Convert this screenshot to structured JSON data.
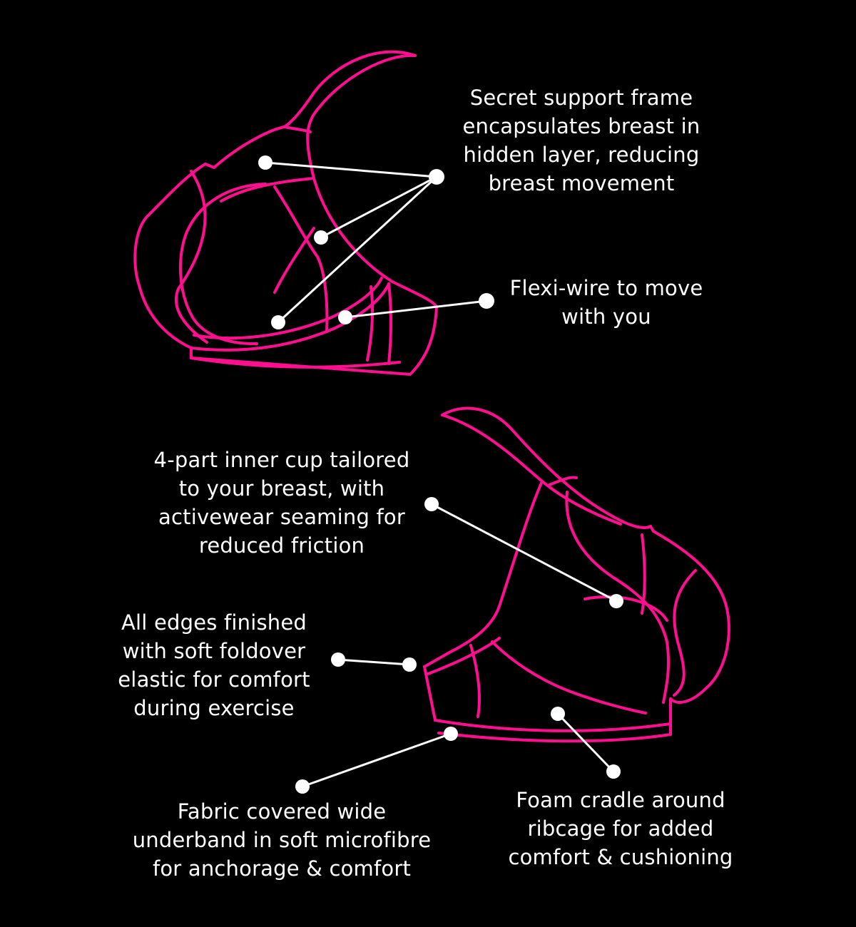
{
  "colors": {
    "background": "#000000",
    "outline": "#ff0f8f",
    "text": "#ffffff",
    "callout": "#ffffff"
  },
  "callouts": {
    "support_frame": "Secret support frame\nencapsulates breast in\nhidden layer, reducing\nbreast movement",
    "flexi_wire": "Flexi-wire to move\nwith you",
    "inner_cup": "4-part inner cup tailored\nto your breast, with\nactivewear seaming for\nreduced friction",
    "edges": "All edges finished\nwith soft foldover\nelastic for comfort\nduring exercise",
    "underband": "Fabric covered wide\nunderband in soft microfibre\nfor anchorage & comfort",
    "foam_cradle": "Foam cradle around\nribcage for added\ncomfort & cushioning"
  }
}
